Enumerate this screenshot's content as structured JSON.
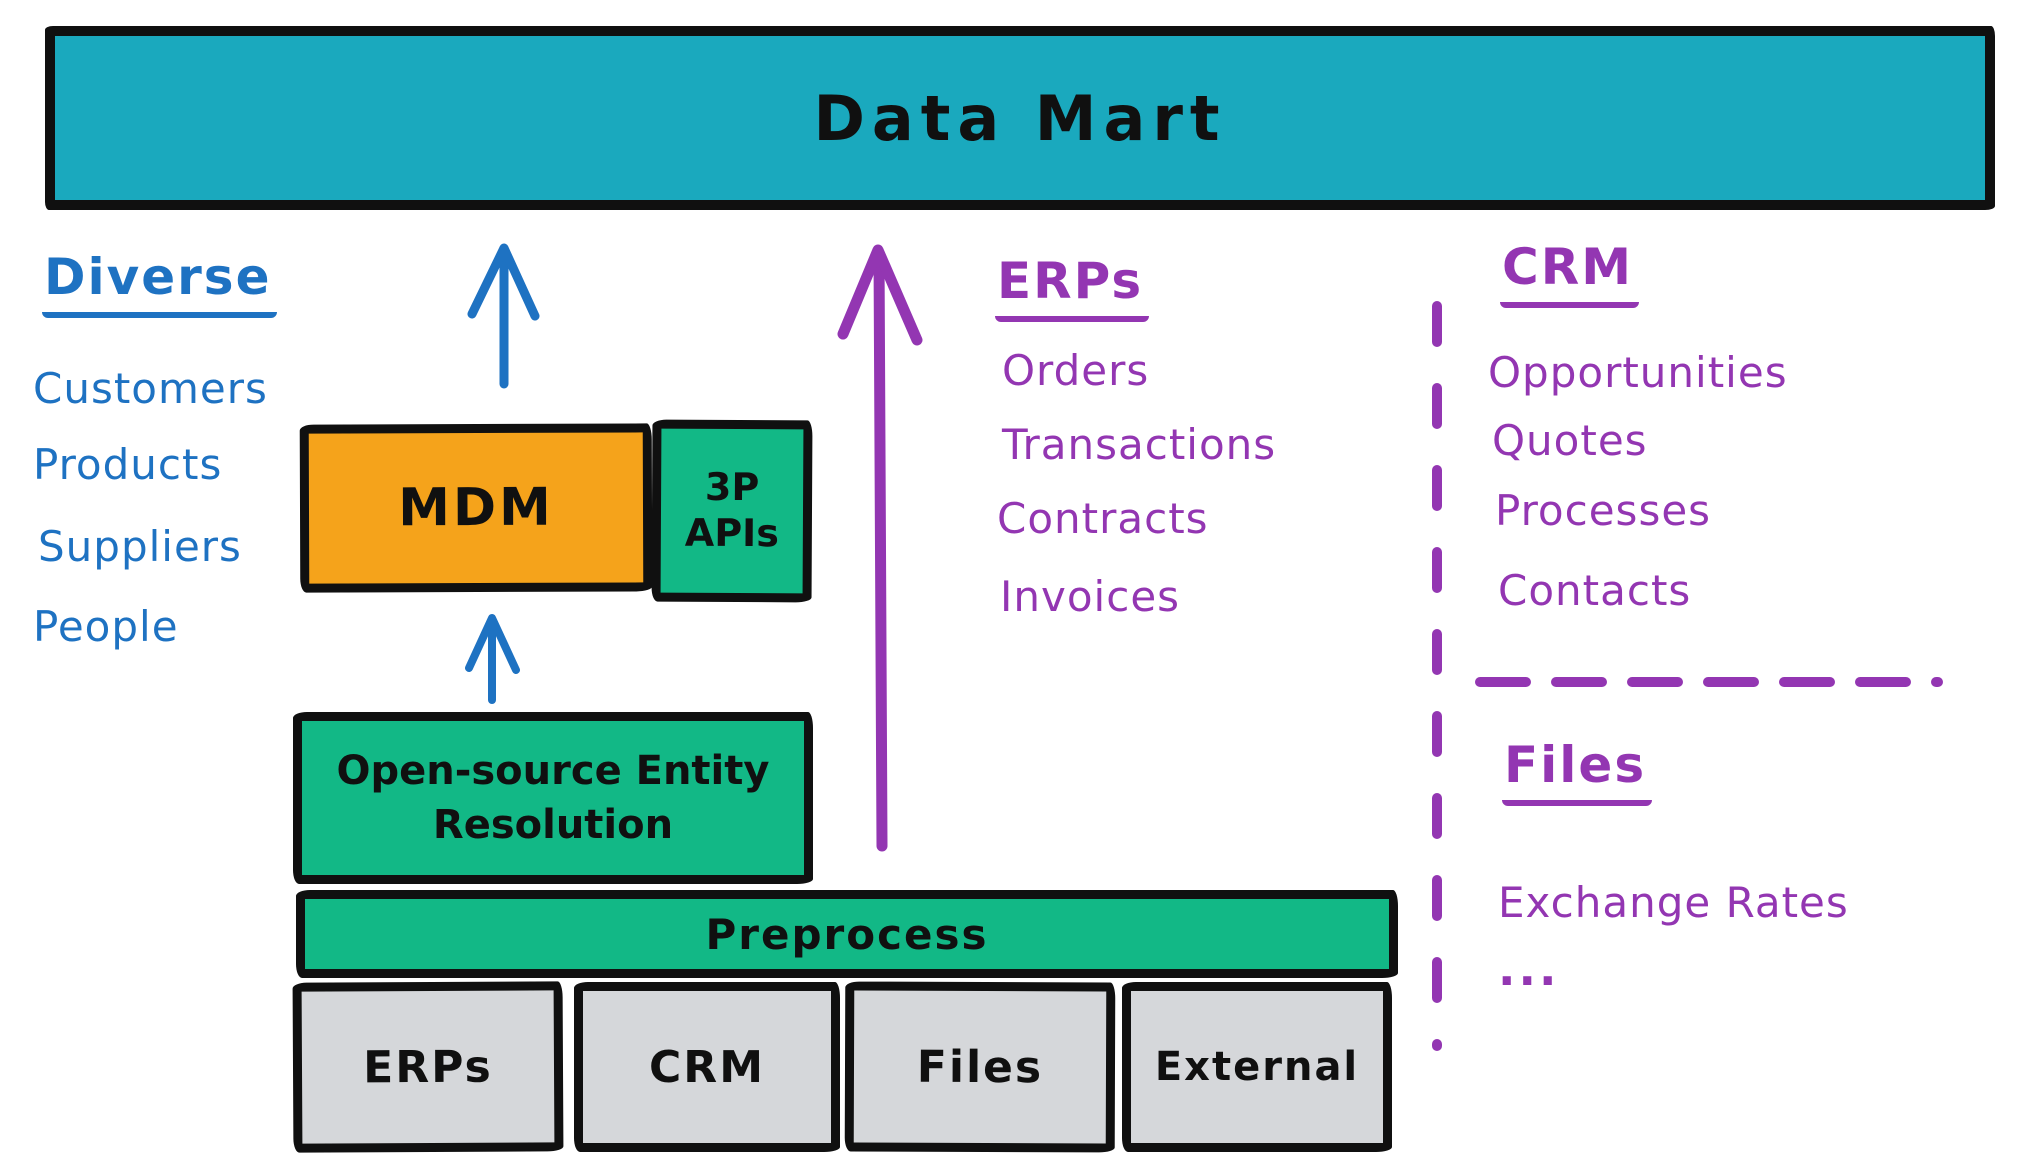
{
  "colors": {
    "teal": "#1AA9BE",
    "orange": "#F5A31B",
    "green": "#12B886",
    "gray": "#D5D7DA",
    "blue": "#1E72C2",
    "purple": "#9336B2",
    "ink": "#101010"
  },
  "data_mart": {
    "label": "Data Mart"
  },
  "diverse": {
    "heading": "Diverse",
    "items": [
      "Customers",
      "Products",
      "Suppliers",
      "People"
    ]
  },
  "pipeline": {
    "mdm_label": "MDM",
    "third_party_apis_label": "3P APIs",
    "entity_resolution_label": "Open-source Entity Resolution",
    "preprocess_label": "Preprocess",
    "source_boxes": [
      "ERPs",
      "CRM",
      "Files",
      "External"
    ]
  },
  "erps_group": {
    "heading": "ERPs",
    "items": [
      "Orders",
      "Transactions",
      "Contracts",
      "Invoices"
    ]
  },
  "crm_group": {
    "heading": "CRM",
    "items": [
      "Opportunities",
      "Quotes",
      "Processes",
      "Contacts"
    ]
  },
  "files_group": {
    "heading": "Files",
    "items": [
      "Exchange Rates",
      "..."
    ]
  }
}
